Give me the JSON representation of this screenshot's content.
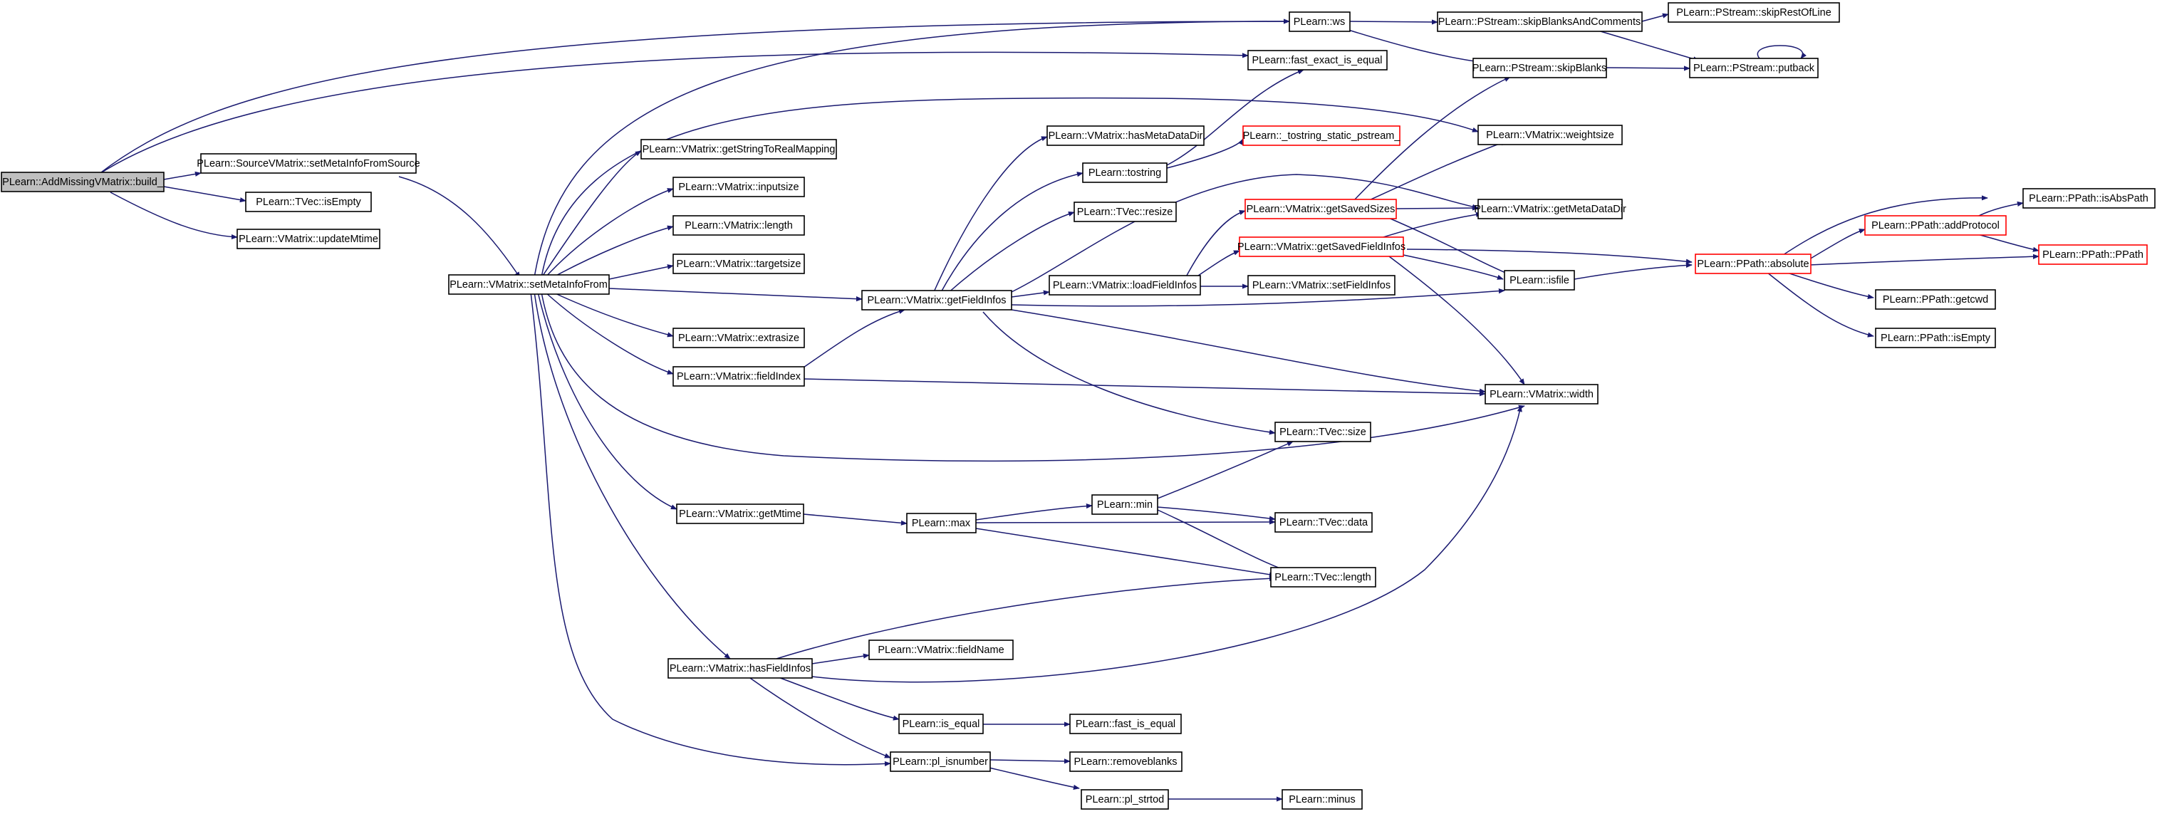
{
  "colors": {
    "edge": "#191970",
    "root_fill": "#bfbfbf",
    "highlight_border": "#ff0000"
  },
  "nodes": {
    "build": "PLearn::AddMissingVMatrix::build_",
    "setMetaInfoFromSource": "PLearn::SourceVMatrix::setMetaInfoFromSource",
    "tvecIsEmpty": "PLearn::TVec::isEmpty",
    "updateMtime": "PLearn::VMatrix::updateMtime",
    "setMetaInfoFrom": "PLearn::VMatrix::setMetaInfoFrom",
    "getStringToRealMapping": "PLearn::VMatrix::getStringToRealMapping",
    "inputsize": "PLearn::VMatrix::inputsize",
    "length": "PLearn::VMatrix::length",
    "targetsize": "PLearn::VMatrix::targetsize",
    "extrasize": "PLearn::VMatrix::extrasize",
    "fieldIndex": "PLearn::VMatrix::fieldIndex",
    "getMtime": "PLearn::VMatrix::getMtime",
    "hasFieldInfos": "PLearn::VMatrix::hasFieldInfos",
    "ws": "PLearn::ws",
    "fastExactIsEqual": "PLearn::fast_exact_is_equal",
    "skipBlanksAndComments": "PLearn::PStream::skipBlanksAndComments",
    "skipRestOfLine": "PLearn::PStream::skipRestOfLine",
    "skipBlanks": "PLearn::PStream::skipBlanks",
    "putback": "PLearn::PStream::putback",
    "hasMetaDataDir": "PLearn::VMatrix::hasMetaDataDir",
    "tostring": "PLearn::tostring",
    "tostringStatic": "PLearn::_tostring_static_pstream_",
    "weightsize": "PLearn::VMatrix::weightsize",
    "resize": "PLearn::TVec::resize",
    "getSavedSizes": "PLearn::VMatrix::getSavedSizes",
    "getMetaDataDir": "PLearn::VMatrix::getMetaDataDir",
    "getSavedFieldInfos": "PLearn::VMatrix::getSavedFieldInfos",
    "getFieldInfos": "PLearn::VMatrix::getFieldInfos",
    "loadFieldInfos": "PLearn::VMatrix::loadFieldInfos",
    "setFieldInfos": "PLearn::VMatrix::setFieldInfos",
    "isfile": "PLearn::isfile",
    "width": "PLearn::VMatrix::width",
    "tvecSize": "PLearn::TVec::size",
    "max": "PLearn::max",
    "min": "PLearn::min",
    "tvecData": "PLearn::TVec::data",
    "tvecLength": "PLearn::TVec::length",
    "fieldName": "PLearn::VMatrix::fieldName",
    "isEqual": "PLearn::is_equal",
    "fastIsEqual": "PLearn::fast_is_equal",
    "plIsnumber": "PLearn::pl_isnumber",
    "removeblanks": "PLearn::removeblanks",
    "plStrtod": "PLearn::pl_strtod",
    "minus": "PLearn::minus",
    "isAbsPath": "PLearn::PPath::isAbsPath",
    "addProtocol": "PLearn::PPath::addProtocol",
    "absolute": "PLearn::PPath::absolute",
    "ppath": "PLearn::PPath::PPath",
    "getcwd": "PLearn::PPath::getcwd",
    "ppathIsEmpty": "PLearn::PPath::isEmpty"
  }
}
